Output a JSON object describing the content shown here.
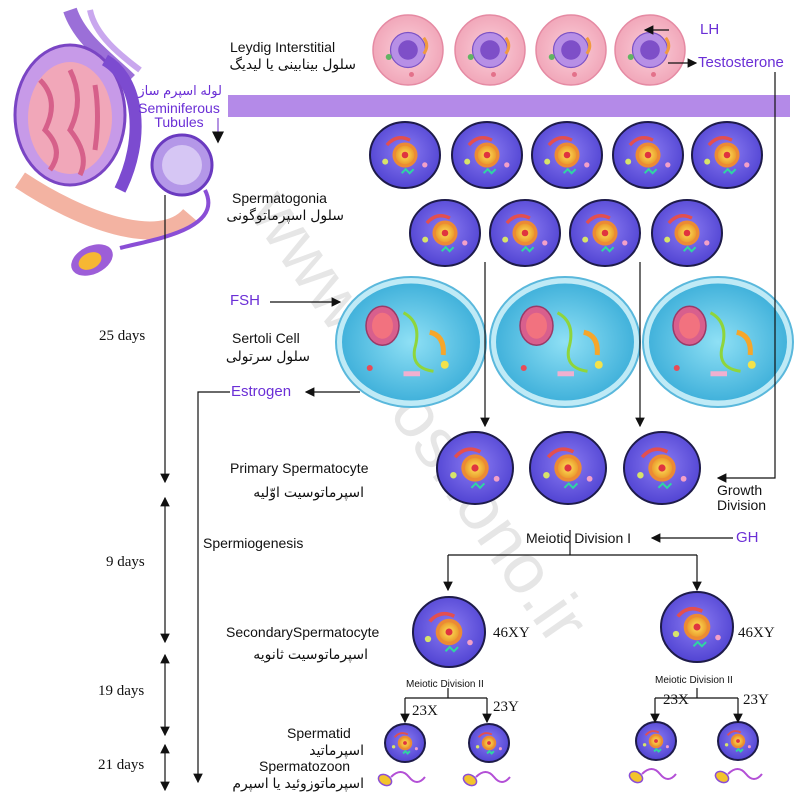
{
  "anatomy": {
    "tubules_fa": "لوله اسپرم ساز",
    "tubules_en_1": "Seminiferous",
    "tubules_en_2": "Tubules"
  },
  "cells": {
    "leydig_en": "Leydig Interstitial",
    "leydig_fa": "سلول بینابینی یا لیدیگ",
    "spermatogonia_en": "Spermatogonia",
    "spermatogonia_fa": "سلول اسپرماتوگونی",
    "sertoli_en": "Sertoli Cell",
    "sertoli_fa": "سلول سرتولی",
    "primary_en": "Primary Spermatocyte",
    "primary_fa": "اسپرماتوسیت اوّلیه",
    "secondary_en": "SecondarySpermatocyte",
    "secondary_fa": "اسپرماتوسیت ثانویه",
    "spermatid_en": "Spermatid",
    "spermatid_fa": "اسپرماتید",
    "spermatozoon_en": "Spermatozoon",
    "spermatozoon_fa": "اسپرماتوزوئید یا اسپرم"
  },
  "hormones": {
    "lh": "LH",
    "testosterone": "Testosterone",
    "fsh": "FSH",
    "estrogen": "Estrogen",
    "gh": "GH"
  },
  "process": {
    "growth": "Growth",
    "division": "Division",
    "meiotic_1": "Meiotic Division I",
    "meiotic_2": "Meiotic Division II",
    "spermiogenesis": "Spermiogenesis",
    "chromosomes_secondary": "46XY",
    "chrom_x": "23X",
    "chrom_y": "23Y"
  },
  "timeline": {
    "d25": "25 days",
    "d9": "9 days",
    "d19": "19 days",
    "d21": "21 days"
  },
  "colors": {
    "hormone_text": "#6b2fd6",
    "band": "#b48ae8",
    "leydig_cell": "#f4b6c4",
    "leydig_nucleus": "#8e5fd0",
    "germ_cell": "#6f5fe8",
    "germ_nucleus": "#f0a52a",
    "sertoli_cell": "#5bc9e8",
    "sertoli_nucleus": "#f05a82",
    "arrow": "#111111"
  }
}
